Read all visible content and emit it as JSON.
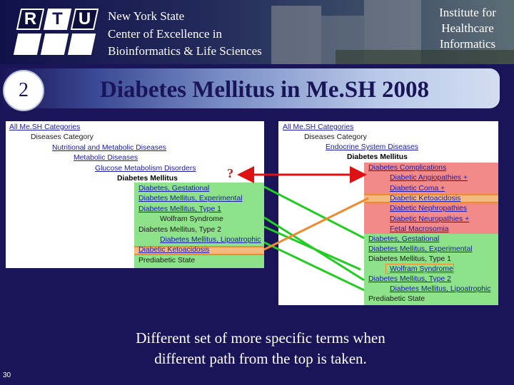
{
  "header": {
    "logo_letters": [
      "R",
      "T",
      "U"
    ],
    "center_name_lines": [
      "New York State",
      "Center of Excellence in",
      "Bioinformatics & Life Sciences"
    ],
    "institute_lines": [
      "Institute for",
      "Healthcare",
      "Informatics"
    ]
  },
  "slide": {
    "number": "2",
    "title": "Diabetes Mellitus in Me.SH 2008",
    "page_number": "30",
    "caption_lines": [
      "Different set of more specific terms when",
      "different path from the top is taken."
    ],
    "question_mark": "?"
  },
  "left_tree": {
    "path": [
      "All Me.SH Categories",
      "Diseases Category",
      "Nutritional and Metabolic Diseases",
      "Metabolic Diseases",
      "Glucose Metabolism Disorders"
    ],
    "node": "Diabetes Mellitus",
    "children": [
      "Diabetes, Gestational",
      "Diabetes Mellitus, Experimental",
      "Diabetes Mellitus, Type 1",
      "Wolfram Syndrome",
      "Diabetes Mellitus, Type 2",
      "Diabetes Mellitus, Lipoatrophic",
      "Diabetic Ketoacidosis",
      "Prediabetic State"
    ]
  },
  "right_tree": {
    "path": [
      "All Me.SH Categories",
      "Diseases Category",
      "Endocrine System Diseases"
    ],
    "node": "Diabetes Mellitus",
    "complications": [
      "Diabetes Complications",
      "Diabetic Angiopathies +",
      "Diabetic Coma +",
      "Diabetic Ketoacidosis",
      "Diabetic Nephropathies",
      "Diabetic Neuropathies +",
      "Fetal Macrosomia"
    ],
    "children": [
      "Diabetes, Gestational",
      "Diabetes Mellitus, Experimental",
      "Diabetes Mellitus, Type 1",
      "Wolfram Syndrome",
      "Diabetes Mellitus, Type 2",
      "Diabetes Mellitus, Lipoatrophic",
      "Prediabetic State"
    ]
  },
  "colors": {
    "background": "#1a1458",
    "highlight_green": "#8ee28a",
    "highlight_red": "#f28a8a",
    "highlight_orange": "#f4ba80",
    "arrow_green": "#22cc22",
    "arrow_red": "#dd1111",
    "arrow_orange": "#f08a30"
  }
}
